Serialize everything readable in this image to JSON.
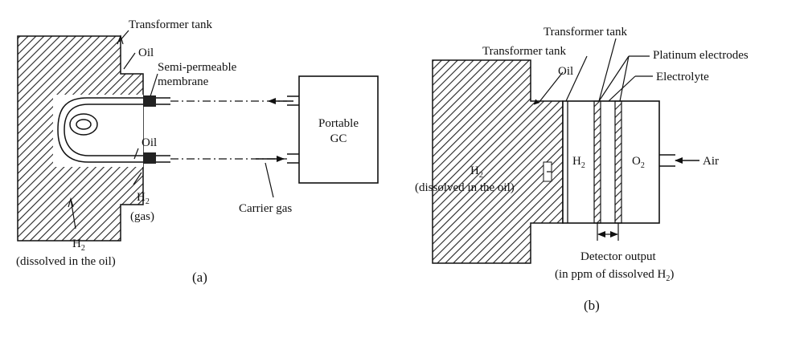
{
  "diagram_a": {
    "labels": {
      "transformer_tank": "Transformer tank",
      "oil_top": "Oil",
      "membrane_line1": "Semi-permeable",
      "membrane_line2": "membrane",
      "gc_line1": "Portable",
      "gc_line2": "GC",
      "oil_mid": "Oil",
      "h2_gas": "H",
      "h2_gas_sub": "2",
      "gas": "(gas)",
      "carrier_gas": "Carrier gas",
      "h2_dissolved": "H",
      "h2_dissolved_sub": "2",
      "dissolved": "(dissolved in the oil)"
    },
    "caption": "(a)"
  },
  "diagram_b": {
    "labels": {
      "transformer_tank_top": "Transformer tank",
      "transformer_tank": "Transformer tank",
      "platinum": "Platinum electrodes",
      "electrolyte": "Electrolyte",
      "oil": "Oil",
      "h2_dissolved": "H",
      "h2_dissolved_sub": "2",
      "dissolved": "(dissolved in the oil)",
      "h2_cell": "H",
      "h2_cell_sub": "2",
      "o2_cell": "O",
      "o2_cell_sub": "2",
      "air": "Air",
      "detector_line1": "Detector output",
      "detector_line2_pre": "(in ppm of dissolved H",
      "detector_line2_sub": "2",
      "detector_line2_post": ")"
    },
    "caption": "(b)"
  }
}
